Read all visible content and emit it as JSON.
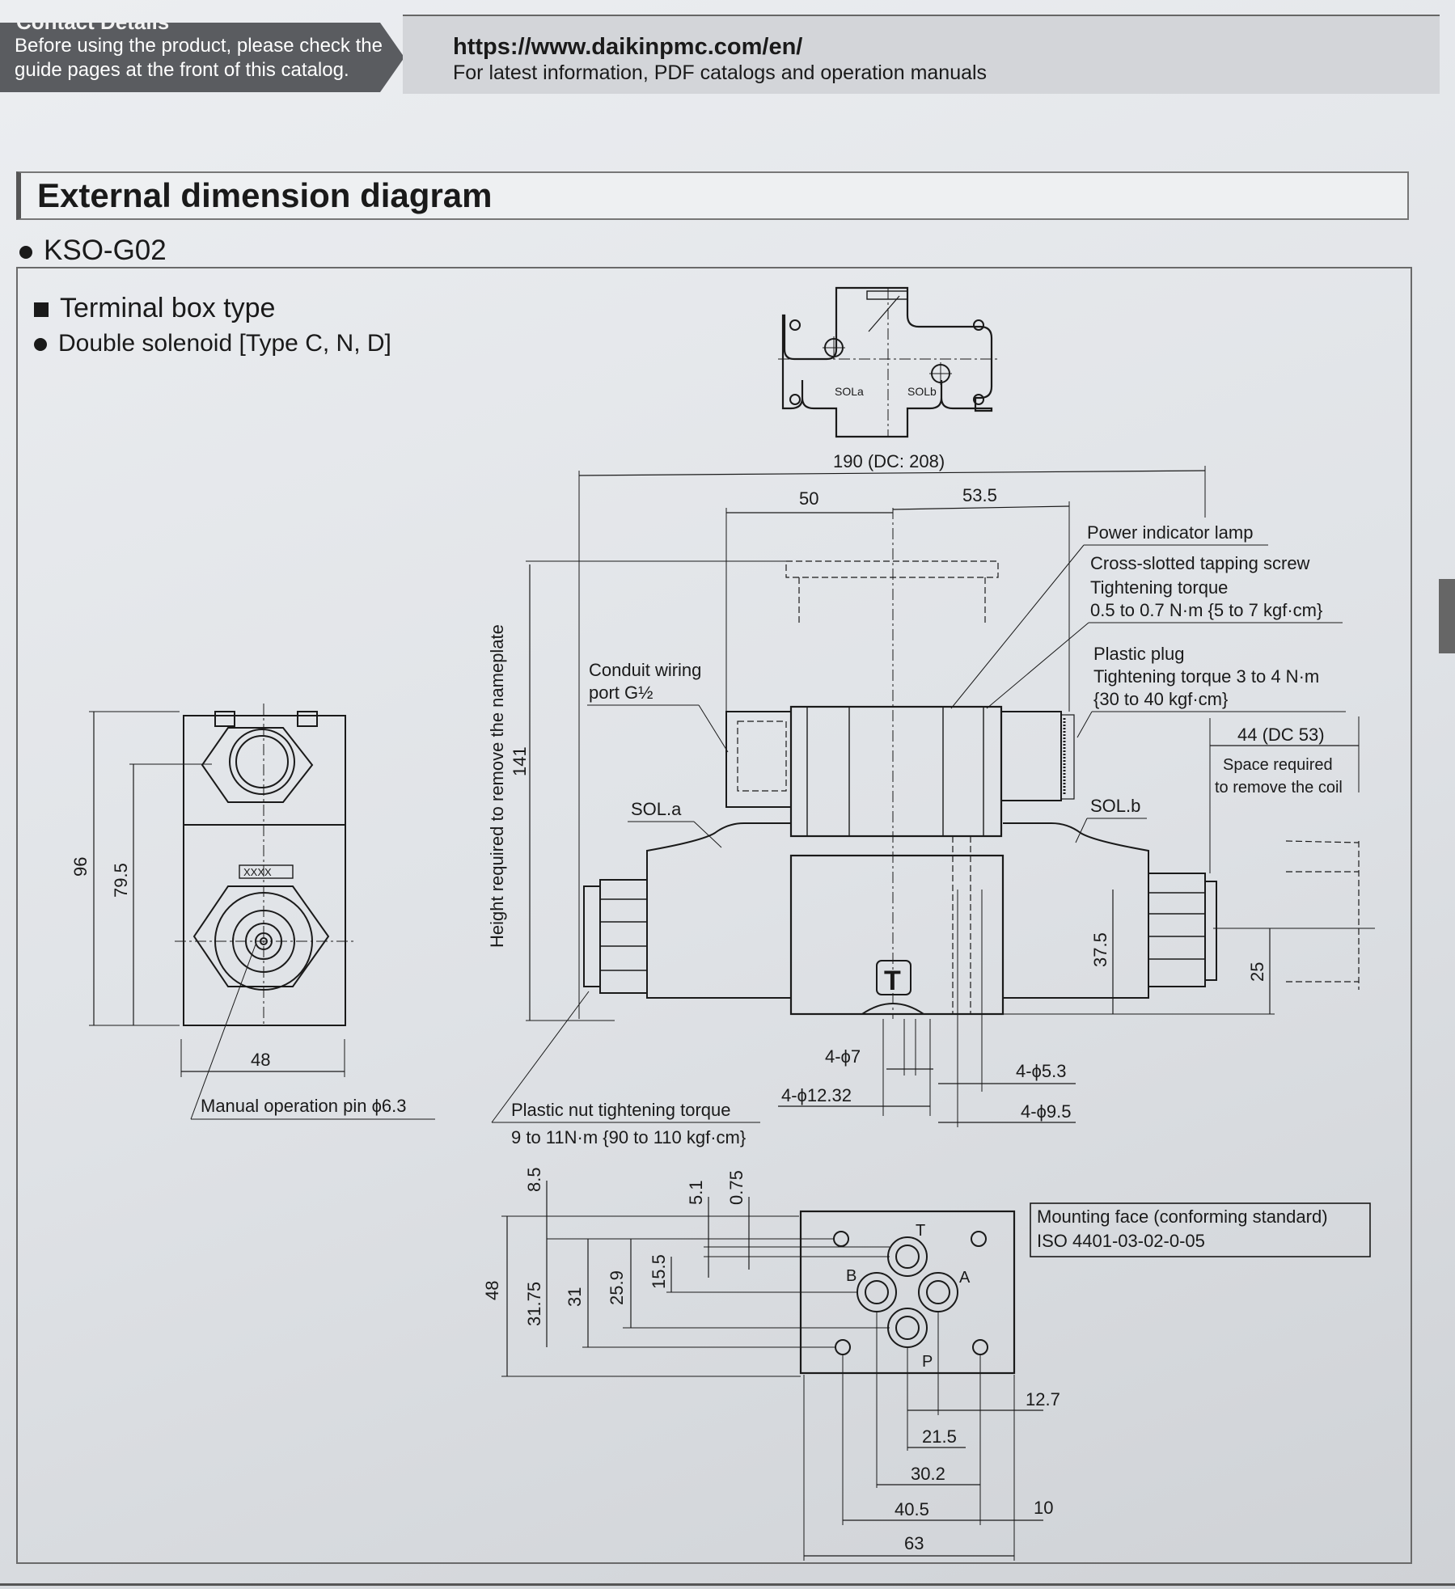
{
  "header": {
    "section_label": "Contact Details",
    "note_line1": "Before using the product, please check the",
    "note_line2": "guide pages at the front of this catalog.",
    "url": "https://www.daikinpmc.com/en/",
    "url_caption": "For latest information, PDF catalogs and operation manuals"
  },
  "title": "External dimension diagram",
  "model": "KSO-G02",
  "subheading": "Terminal box type",
  "variant": "Double solenoid [Type C, N, D]",
  "top_view": {
    "sol_a": "SOLa",
    "sol_b": "SOLb"
  },
  "side_view": {
    "height_96": "96",
    "height_79_5": "79.5",
    "width_48": "48",
    "plate_text": "XXXX",
    "manual_pin": "Manual operation pin ϕ6.3"
  },
  "front_view": {
    "overall_length": "190 (DC: 208)",
    "dim_50": "50",
    "dim_53_5": "53.5",
    "height_141": "141",
    "height_caption": "Height required to remove the nameplate",
    "conduit_line1": "Conduit wiring",
    "conduit_line2": "port G½",
    "sol_a": "SOL.a",
    "sol_b": "SOL.b",
    "lamp": "Power indicator lamp",
    "screw_line1": "Cross-slotted tapping screw",
    "screw_line2": "Tightening torque",
    "screw_line3": "0.5 to 0.7 N·m {5 to 7 kgf·cm}",
    "plug_line1": "Plastic plug",
    "plug_line2": "Tightening torque 3 to 4 N·m",
    "plug_line3": "{30 to 40 kgf·cm}",
    "coil_dim": "44 (DC 53)",
    "coil_line1": "Space required",
    "coil_line2": "to remove the coil",
    "dim_37_5": "37.5",
    "dim_25": "25",
    "tank_mark": "T",
    "phi7": "4-ϕ7",
    "phi12": "4-ϕ12.32",
    "phi5": "4-ϕ5.3",
    "phi9": "4-ϕ9.5",
    "nut_line1": "Plastic nut tightening torque",
    "nut_line2": "9 to 11N·m {90 to 110 kgf·cm}"
  },
  "mounting_face": {
    "d_8_5": "8.5",
    "d_5_1": "5.1",
    "d_0_75": "0.75",
    "d_48": "48",
    "d_31_75": "31.75",
    "d_31": "31",
    "d_25_9": "25.9",
    "d_15_5": "15.5",
    "d_12_7": "12.7",
    "d_21_5": "21.5",
    "d_30_2": "30.2",
    "d_40_5": "40.5",
    "d_10": "10",
    "d_63": "63",
    "port_t": "T",
    "port_a": "A",
    "port_b": "B",
    "port_p": "P",
    "std_line1": "Mounting face (conforming standard)",
    "std_line2": "ISO 4401-03-02-0-05"
  }
}
